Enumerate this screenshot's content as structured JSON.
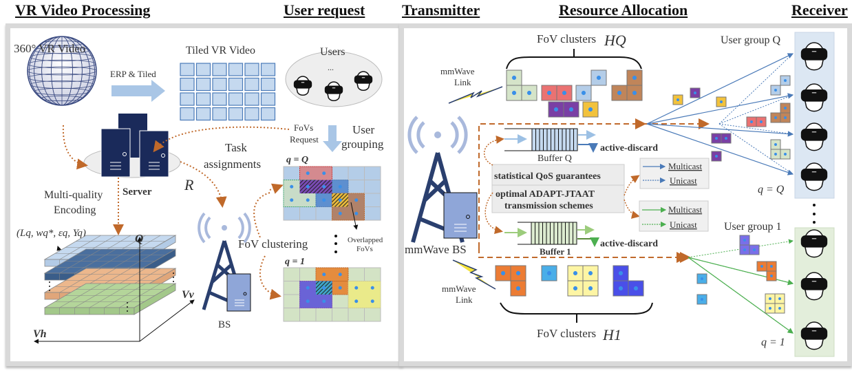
{
  "headers": {
    "vr_processing": "VR Video Processing",
    "user_request": "User request",
    "transmitter": "Transmitter",
    "resource_allocation": "Resource Allocation",
    "receiver": "Receiver"
  },
  "left_panel": {
    "video_label": "360° VR Video",
    "erp_label": "ERP & Tiled",
    "tiled_label": "Tiled VR Video",
    "users_label": "Users",
    "users_ellipsis": "...",
    "server_label": "Server",
    "fovs_request": [
      "FoVs",
      "Request"
    ],
    "user_grouping": [
      "User",
      "grouping"
    ],
    "task_assignments": [
      "Task",
      "assignments"
    ],
    "r_symbol": "R",
    "encoding": [
      "Multi-quality",
      "Encoding"
    ],
    "tuple": "(Lq, wq*, εq, Yq)",
    "axis_q": "Q",
    "axis_vv": "Vv",
    "axis_vh": "Vh",
    "bs_label": "BS",
    "fov_clustering": "FoV clustering",
    "group_q": "q = Q",
    "group_1": "q = 1",
    "overlapped": [
      "Overlapped",
      "FoVs"
    ]
  },
  "right_panel": {
    "fov_clusters_top": "FoV clusters",
    "fov_clusters_top_sym": "HQ",
    "fov_clusters_bottom": "FoV clusters",
    "fov_clusters_bottom_sym": "H1",
    "mmwave_link": [
      "mmWave",
      "Link"
    ],
    "mmwave_bs": "mmWave BS",
    "buffer_q": "Buffer Q",
    "buffer_1": "Buffer 1",
    "active_discard": "active-discard",
    "qos": "statistical QoS guarantees",
    "scheme": [
      "optimal ADAPT-JTAAT",
      "transmission schemes"
    ],
    "multicast": "Multicast",
    "unicast": "Unicast",
    "user_group_q": "User group Q",
    "user_group_1": "User group 1",
    "q_eq_Q": "q = Q",
    "q_eq_1": "q = 1"
  },
  "colors": {
    "orange_dotted": "#c0692a",
    "blue_line": "#4a7ab8",
    "green_line": "#4caf50",
    "tile_blue": "#c5d9ef",
    "tower_navy": "#2a3f6e"
  }
}
